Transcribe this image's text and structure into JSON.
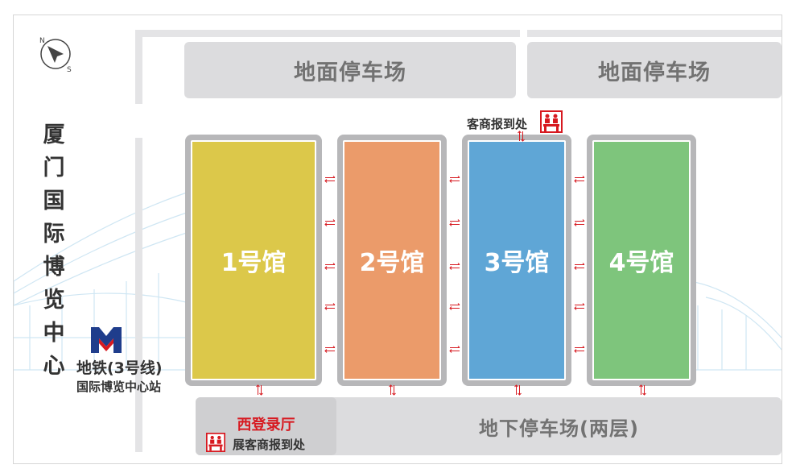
{
  "map": {
    "venue_name_vertical": [
      "厦",
      "门",
      "国",
      "际",
      "博",
      "览",
      "中",
      "心"
    ],
    "compass": {
      "north": "N",
      "south": "S"
    },
    "parking_top_left": "地面停车场",
    "parking_top_right": "地面停车场",
    "parking_underground": "地下停车场(两层)",
    "halls": [
      {
        "label": "1号馆",
        "color": "#dcc84a"
      },
      {
        "label": "2号馆",
        "color": "#eb9b6a"
      },
      {
        "label": "3号馆",
        "color": "#5fa6d6"
      },
      {
        "label": "4号馆",
        "color": "#7ec57c"
      }
    ],
    "metro_line": "地铁(3号线)",
    "metro_station": "国际博览中心站",
    "west_lobby": "西登录厅",
    "west_lobby_checkin": "展客商报到处",
    "top_checkin": "客商报到处",
    "colors": {
      "accent_red": "#d71920",
      "metro_blue": "#1f3d8c",
      "road_gray": "#e4e4e6"
    }
  }
}
